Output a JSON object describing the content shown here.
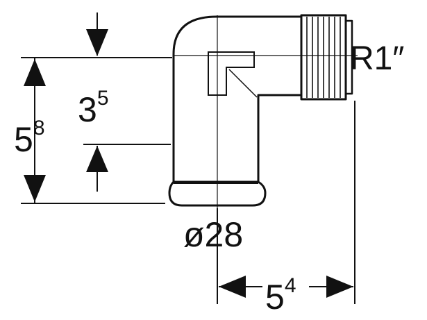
{
  "colors": {
    "line": "#111111",
    "background": "#ffffff"
  },
  "dimensions": {
    "total_height": {
      "base": "5",
      "sup": "8"
    },
    "socket_height": {
      "base": "3",
      "sup": "5"
    },
    "diameter": {
      "text": "ø28"
    },
    "offset_width": {
      "base": "5",
      "sup": "4"
    },
    "thread": {
      "text": "R1″"
    }
  }
}
